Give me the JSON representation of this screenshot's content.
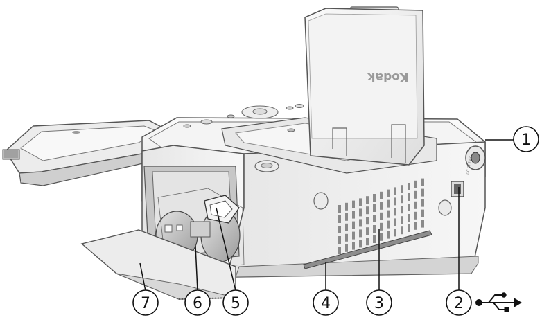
{
  "device": {
    "logo_text": "Kodak",
    "port_marking": "DC IN 24V"
  },
  "callouts": [
    {
      "id": "1",
      "label": "1"
    },
    {
      "id": "2",
      "label": "2"
    },
    {
      "id": "3",
      "label": "3"
    },
    {
      "id": "4",
      "label": "4"
    },
    {
      "id": "5",
      "label": "5"
    },
    {
      "id": "6",
      "label": "6"
    },
    {
      "id": "7",
      "label": "7"
    }
  ],
  "icons": {
    "usb": "usb-icon"
  },
  "colors": {
    "body": "#f1f1f1",
    "shadow": "#c9c9c9",
    "outline": "#555555",
    "ink": "#111111"
  }
}
